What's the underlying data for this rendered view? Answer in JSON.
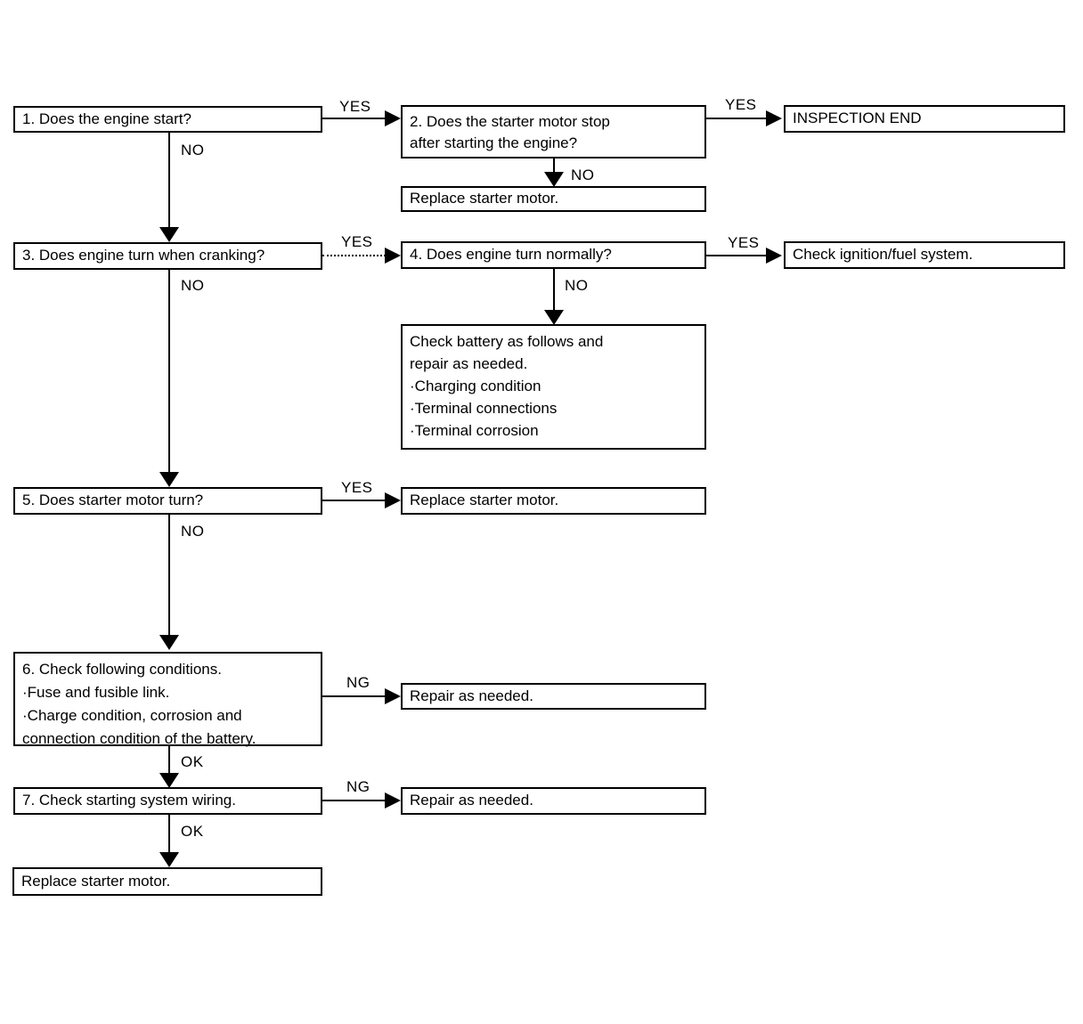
{
  "boxes": {
    "q1": {
      "text": "1. Does the engine start?"
    },
    "q2": {
      "line1": "2. Does the starter motor stop",
      "line2": "after starting the engine?"
    },
    "inspection_end": {
      "text": "INSPECTION END"
    },
    "replace_after_q2": {
      "text": "Replace starter motor."
    },
    "q3": {
      "text": "3. Does engine turn when cranking?"
    },
    "q4": {
      "text": "4. Does engine turn normally?"
    },
    "check_ignition": {
      "text": "Check ignition/fuel system."
    },
    "check_battery": {
      "line1": "Check battery as follows and",
      "line2": "repair as needed.",
      "line3": "·Charging condition",
      "line4": "·Terminal connections",
      "line5": "·Terminal corrosion"
    },
    "q5": {
      "text": "5. Does starter motor turn?"
    },
    "replace_after_q5": {
      "text": "Replace starter motor."
    },
    "q6": {
      "line1": "6. Check following conditions.",
      "line2": "·Fuse and fusible link.",
      "line3": "·Charge condition, corrosion and",
      "line4": "connection condition of the battery."
    },
    "repair_after_q6": {
      "text": "Repair as needed."
    },
    "q7": {
      "text": "7. Check starting system wiring."
    },
    "repair_after_q7": {
      "text": "Repair as needed."
    },
    "replace_final": {
      "text": "Replace starter motor."
    }
  },
  "labels": {
    "yes": "YES",
    "no": "NO",
    "ok": "OK",
    "ng": "NG"
  },
  "colors": {
    "line": "#000000",
    "background": "#ffffff",
    "text": "#000000"
  }
}
